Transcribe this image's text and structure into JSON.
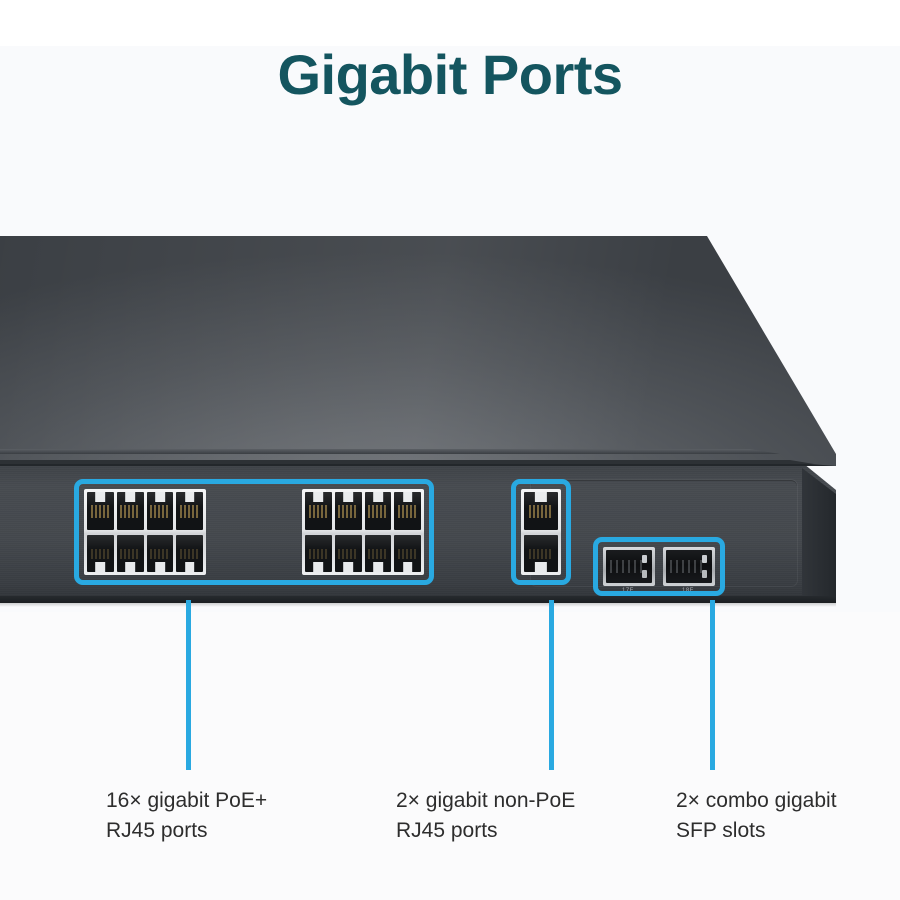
{
  "page": {
    "title": "Gigabit Ports",
    "background_color": "#f9fafc",
    "accent_color": "#29a9e1",
    "title_color": "#14555f"
  },
  "device": {
    "name": "rack-mount-gigabit-poe-switch",
    "chassis_color": "#44484d",
    "lid_color": "#5e6267"
  },
  "callouts": [
    {
      "id": "poe-rj45",
      "line1": "16× gigabit PoE+",
      "line2": "RJ45 ports",
      "count": 16,
      "port_type": "RJ45",
      "poe": true
    },
    {
      "id": "non-poe-rj45",
      "line1": "2× gigabit non-PoE",
      "line2": "RJ45 ports",
      "count": 2,
      "port_type": "RJ45",
      "poe": false
    },
    {
      "id": "combo-sfp",
      "line1": "2× combo gigabit",
      "line2": "SFP slots",
      "count": 2,
      "port_type": "SFP",
      "poe": false
    }
  ],
  "sfp_slots": [
    {
      "label": "17F"
    },
    {
      "label": "18F"
    }
  ]
}
